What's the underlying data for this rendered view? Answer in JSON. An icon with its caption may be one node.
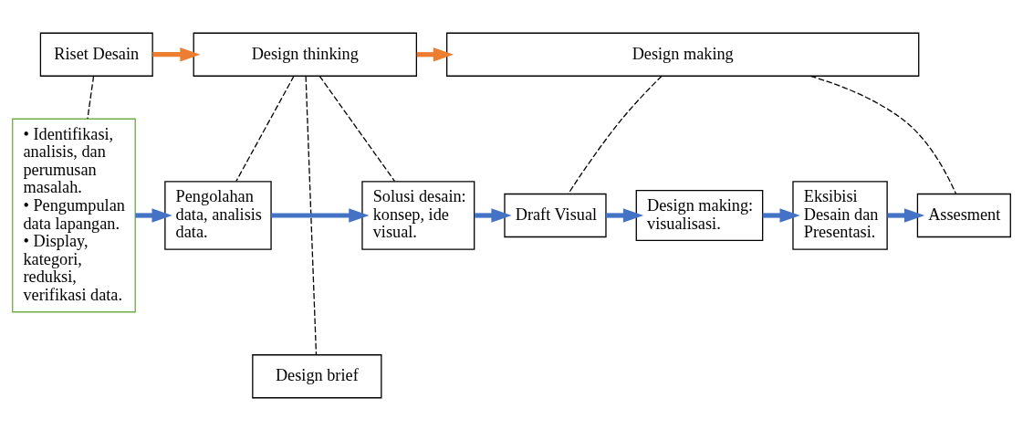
{
  "diagram": {
    "nodes": [
      {
        "text": [
          "Riset Desain"
        ]
      },
      {
        "text": [
          "Design thinking"
        ]
      },
      {
        "text": [
          "Design making"
        ]
      },
      {
        "text": [
          "• Identifikasi, analisis, dan perumusan masalah.",
          "• Pengumpulan data lapangan.",
          "• Display, kategori, reduksi, verifikasi data."
        ]
      },
      {
        "text": [
          "Pengolahan data, analisis data."
        ]
      },
      {
        "text": [
          "Solusi desain: konsep, ide visual."
        ]
      },
      {
        "text": [
          "Draft Visual"
        ]
      },
      {
        "text": [
          "Design making: visualisasi."
        ]
      },
      {
        "text": [
          "Eksibisi Desain dan Presentasi."
        ]
      },
      {
        "text": [
          "Assesment"
        ]
      },
      {
        "text": [
          "Design brief"
        ]
      }
    ],
    "edges": [
      {
        "from": 0,
        "to": 1,
        "arrow": "to",
        "color": "#ed7d31"
      },
      {
        "from": 1,
        "to": 2,
        "arrow": "to",
        "color": "#ed7d31"
      },
      {
        "from": 0,
        "to": 3,
        "arrow": "none",
        "style": "dashed",
        "color": "#000000"
      },
      {
        "from": 1,
        "to": 4,
        "arrow": "none",
        "style": "dashed",
        "color": "#000000"
      },
      {
        "from": 1,
        "to": 5,
        "arrow": "none",
        "style": "dashed",
        "color": "#000000"
      },
      {
        "from": 1,
        "to": 10,
        "arrow": "none",
        "style": "dashed",
        "color": "#000000"
      },
      {
        "from": 2,
        "to": 6,
        "arrow": "none",
        "style": "dashed",
        "color": "#000000"
      },
      {
        "from": 2,
        "to": 9,
        "arrow": "none",
        "style": "dashed",
        "color": "#000000"
      },
      {
        "from": 3,
        "to": 4,
        "arrow": "to",
        "color": "#4472c4"
      },
      {
        "from": 4,
        "to": 5,
        "arrow": "to",
        "color": "#4472c4"
      },
      {
        "from": 5,
        "to": 6,
        "arrow": "to",
        "color": "#4472c4"
      },
      {
        "from": 6,
        "to": 7,
        "arrow": "to",
        "color": "#4472c4"
      },
      {
        "from": 7,
        "to": 8,
        "arrow": "to",
        "color": "#4472c4"
      },
      {
        "from": 8,
        "to": 9,
        "arrow": "to",
        "color": "#4472c4"
      }
    ]
  }
}
